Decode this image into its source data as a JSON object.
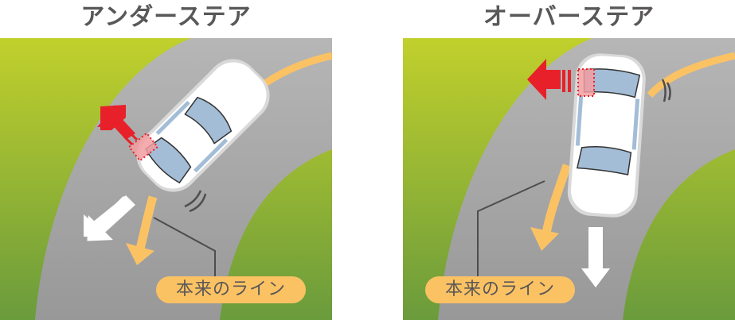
{
  "panels": [
    {
      "id": "understeer",
      "title": "アンダーステア",
      "line_label": "本来のライン",
      "elements": [
        "curved-road",
        "car-rotated",
        "red-arrow-up-left",
        "white-arrow-down-left",
        "orange-line-arrow",
        "skid-marks"
      ]
    },
    {
      "id": "oversteer",
      "title": "オーバーステア",
      "line_label": "本来のライン",
      "elements": [
        "curved-road",
        "car-vertical",
        "red-arrow-left",
        "white-arrow-down",
        "orange-line-arrow",
        "skid-marks"
      ]
    }
  ],
  "colors": {
    "title_text": "#595757",
    "grass_top": "#c1d02c",
    "grass_bottom": "#6a9b3c",
    "road_top": "#b4b4b4",
    "road_bottom": "#999999",
    "line_orange": "#fbc264",
    "arrow_red": "#e8202a",
    "car_window": "#a3bdd6",
    "highlight_red": "#f29da0"
  }
}
